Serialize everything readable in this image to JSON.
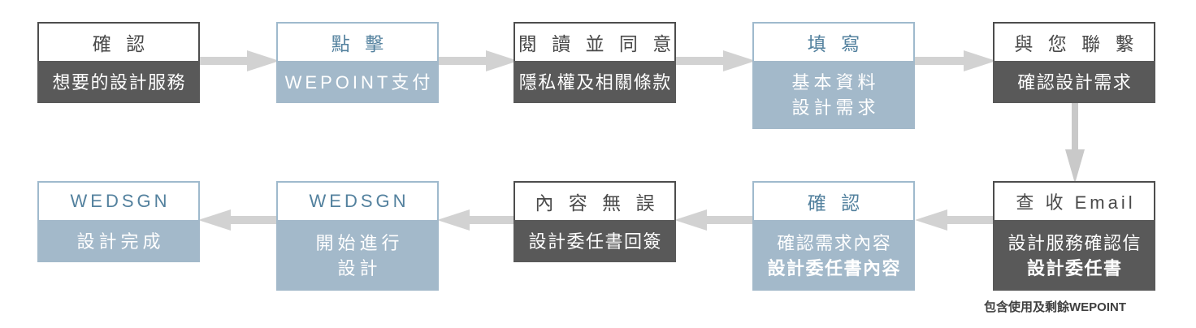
{
  "diagram": {
    "title": "WEDSGN design service process flow",
    "colors": {
      "dark_fill": "#595959",
      "dark_border": "#4d4d4d",
      "dark_head_text": "#4a4a4a",
      "blue_fill": "#a3b9ca",
      "blue_border": "#9fbacd",
      "blue_head_text": "#53819e",
      "arrow": "#d2d2d2",
      "background": "#ffffff"
    },
    "steps": [
      {
        "id": "step-1-confirm-service",
        "style": "dark",
        "head": "確 認",
        "body": [
          "想要的設計服務"
        ]
      },
      {
        "id": "step-2-click-pay",
        "style": "blue",
        "head": "點 擊",
        "body": [
          "WEPOINT支付"
        ]
      },
      {
        "id": "step-3-read-agree",
        "style": "dark",
        "head": "閱 讀 並 同 意",
        "body": [
          "隱私權及相關條款"
        ]
      },
      {
        "id": "step-4-fill-in",
        "style": "blue",
        "head": "填 寫",
        "body": [
          "基本資料",
          "設計需求"
        ]
      },
      {
        "id": "step-5-contact-you",
        "style": "dark",
        "head": "與 您 聯 繫",
        "body": [
          "確認設計需求"
        ]
      },
      {
        "id": "step-6-check-email",
        "style": "dark",
        "head": "查 收 Email",
        "body": [
          "設計服務確認信",
          "設計委任書"
        ],
        "body_bold_lines": [
          1
        ],
        "caption": "包含使用及剩餘WEPOINT"
      },
      {
        "id": "step-7-confirm-content",
        "style": "blue",
        "head": "確 認",
        "body": [
          "確認需求內容",
          "設計委任書內容"
        ],
        "body_bold_lines": [
          1
        ]
      },
      {
        "id": "step-8-content-correct",
        "style": "dark",
        "head": "內 容 無 誤",
        "body": [
          "設計委任書回簽"
        ]
      },
      {
        "id": "step-9-start-design",
        "style": "blue",
        "head": "WEDSGN",
        "body": [
          "開始進行",
          "設計"
        ]
      },
      {
        "id": "step-10-design-complete",
        "style": "blue",
        "head": "WEDSGN",
        "body": [
          "設計完成"
        ]
      }
    ],
    "connectors": [
      {
        "id": "arrow-1-to-2",
        "direction": "right"
      },
      {
        "id": "arrow-2-to-3",
        "direction": "right"
      },
      {
        "id": "arrow-3-to-4",
        "direction": "right"
      },
      {
        "id": "arrow-4-to-5",
        "direction": "right"
      },
      {
        "id": "arrow-5-to-6",
        "direction": "down"
      },
      {
        "id": "arrow-6-to-7",
        "direction": "left"
      },
      {
        "id": "arrow-7-to-8",
        "direction": "left"
      },
      {
        "id": "arrow-8-to-9",
        "direction": "left"
      },
      {
        "id": "arrow-9-to-10",
        "direction": "left"
      }
    ]
  }
}
